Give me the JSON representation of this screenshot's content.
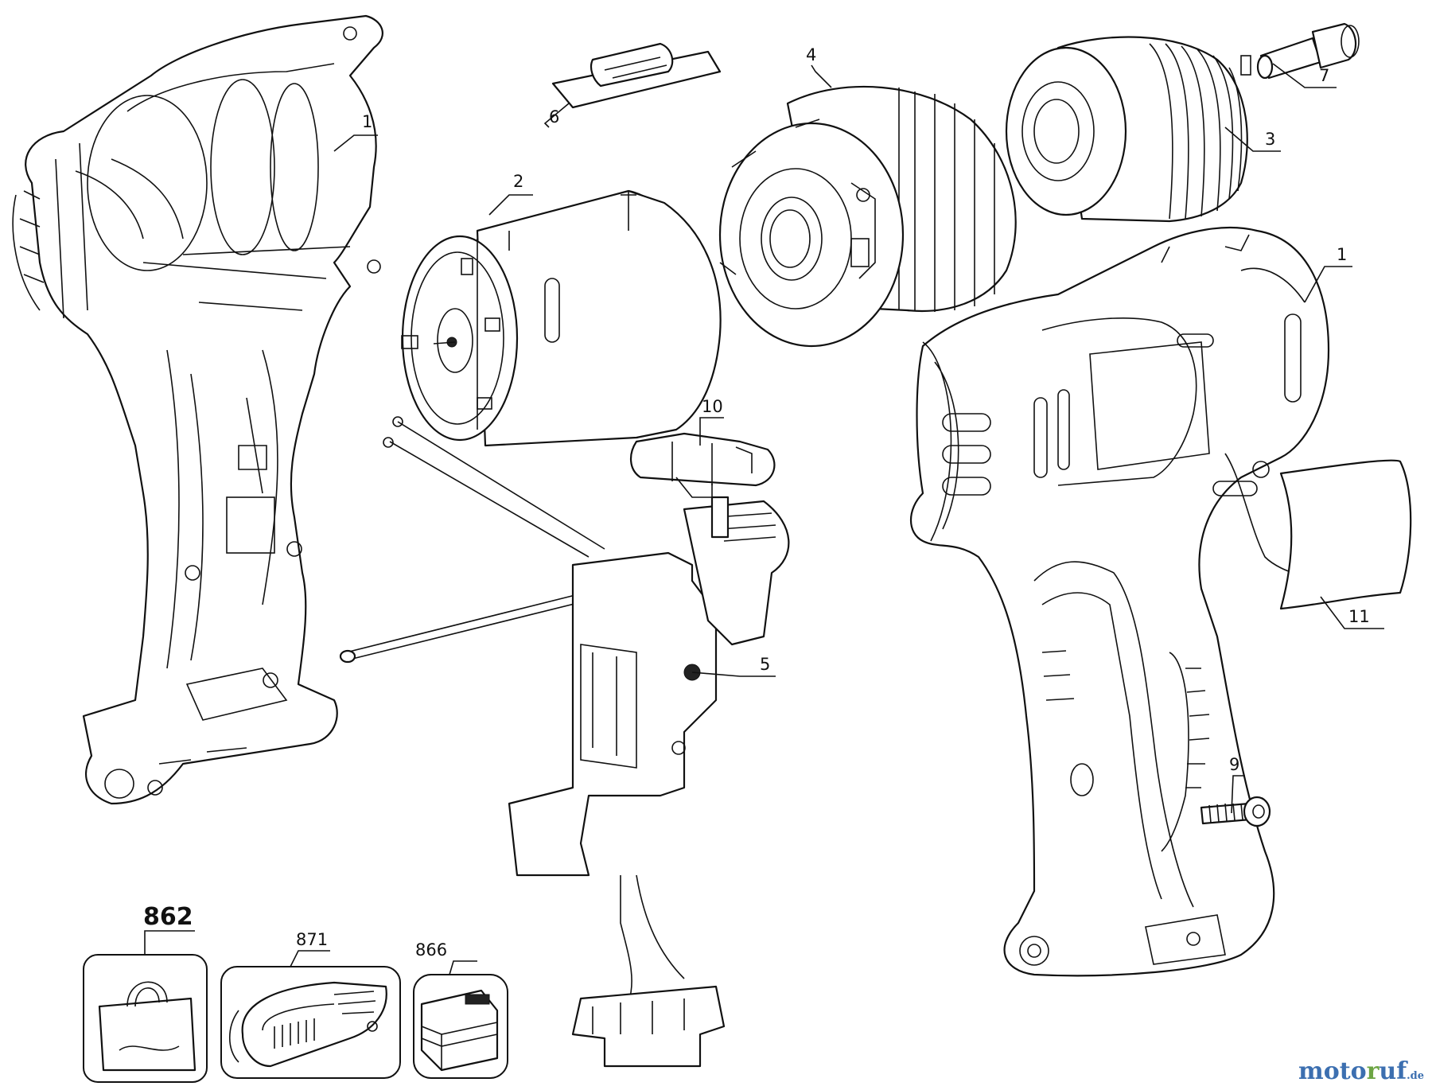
{
  "callouts": {
    "c1_left": "1",
    "c1_right": "1",
    "c2": "2",
    "c3": "3",
    "c4": "4",
    "c5": "5",
    "c6": "6",
    "c7": "7",
    "c9": "9",
    "c10": "10",
    "c11": "11",
    "c862": "862",
    "c871": "871",
    "c866": "866"
  },
  "watermark": {
    "part1": "moto",
    "part2": "r",
    "part3": "uf",
    "part4": ".de"
  },
  "colors": {
    "line": "#111111",
    "watermark_blue": "#3c6fb0",
    "watermark_green": "#6da544"
  }
}
